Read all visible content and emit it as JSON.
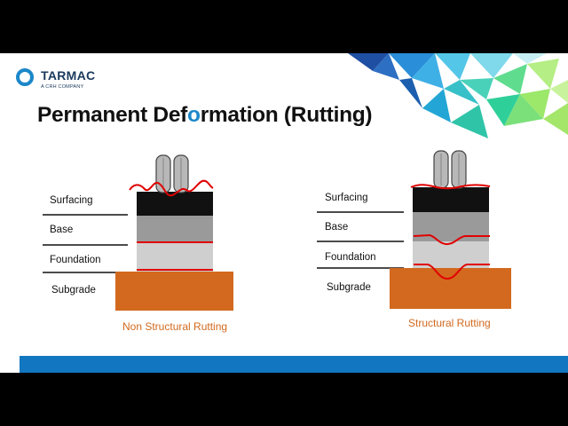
{
  "brand": {
    "name": "TARMAC",
    "tagline": "A CRH COMPANY",
    "accent_color": "#1c87c9"
  },
  "title": {
    "before": "Permanent Def",
    "accent": "o",
    "after": "rmation (Rutting)"
  },
  "diagrams": [
    {
      "caption": "Non Structural Rutting",
      "layers": [
        "Surfacing",
        "Base",
        "Foundation",
        "Subgrade"
      ]
    },
    {
      "caption": "Structural Rutting",
      "layers": [
        "Surfacing",
        "Base",
        "Foundation",
        "Subgrade"
      ]
    }
  ],
  "colors": {
    "surfacing": "#111111",
    "base": "#9a9a9a",
    "foundation": "#cfcfcf",
    "subgrade": "#d2691e",
    "rut_line": "#e00000",
    "caption": "#d2691e",
    "footer": "#1276c0"
  },
  "icons": [
    "logo-ring-icon",
    "wheel-icon",
    "geometric-triangles-decoration"
  ]
}
